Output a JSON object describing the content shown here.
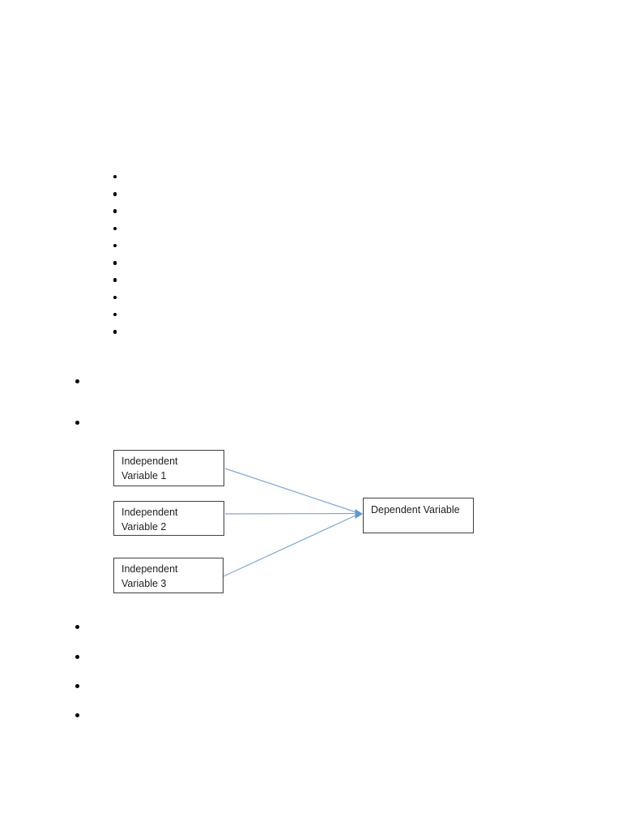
{
  "page": {
    "background": "#ffffff"
  },
  "bullet_lists": {
    "top": {
      "items": [
        "",
        "",
        "",
        "",
        "",
        "",
        "",
        "",
        "",
        ""
      ]
    },
    "middle": {
      "items": [
        "",
        ""
      ]
    },
    "bottom": {
      "items": [
        "",
        "",
        "",
        ""
      ]
    }
  },
  "diagram": {
    "independent_boxes": [
      {
        "line1": "Independent",
        "line2": "Variable 1"
      },
      {
        "line1": "Independent",
        "line2": "Variable 2"
      },
      {
        "line1": "Independent",
        "line2": "Variable 3"
      }
    ],
    "dependent_box": {
      "label": "Dependent Variable"
    },
    "colors": {
      "arrow_line": "#7CA7DC",
      "arrow_head": "#5B9BD5",
      "box_border": "#404040",
      "text": "#1f1f1f",
      "bullet": "#000000"
    }
  }
}
